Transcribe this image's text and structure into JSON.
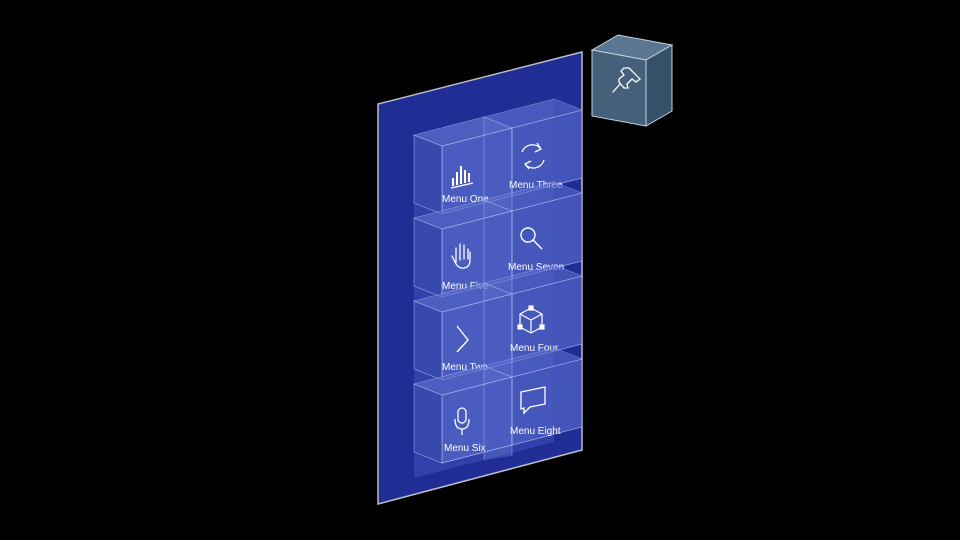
{
  "menu": {
    "items": [
      {
        "label": "Menu One",
        "icon": "bar-chart-icon"
      },
      {
        "label": "Menu Three",
        "icon": "refresh-icon"
      },
      {
        "label": "Menu Five",
        "icon": "hand-icon"
      },
      {
        "label": "Menu Seven",
        "icon": "search-icon"
      },
      {
        "label": "Menu Two",
        "icon": "chevron-right-icon"
      },
      {
        "label": "Menu Four",
        "icon": "cube-icon"
      },
      {
        "label": "Menu Six",
        "icon": "microphone-icon"
      },
      {
        "label": "Menu Eight",
        "icon": "chat-bubble-icon"
      }
    ]
  },
  "pin": {
    "icon": "pin-icon"
  },
  "colors": {
    "background": "#000000",
    "panel": "#1f2d94",
    "panel_border": "#b9bdc8",
    "tile_face": "#4a5cc0",
    "tile_edge": "#aeb8ec",
    "pin_cube": "#44607a"
  }
}
